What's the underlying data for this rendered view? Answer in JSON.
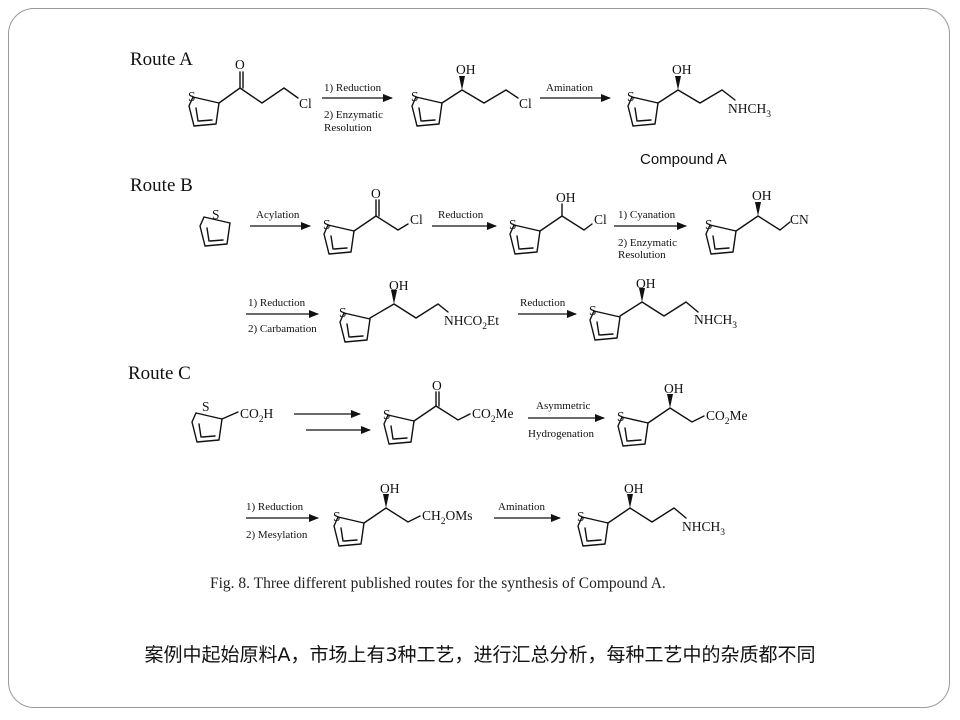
{
  "routes": {
    "a": {
      "label": "Route A",
      "step1_reagent": "1) Reduction",
      "step1_reagent_b": "2) Enzymatic",
      "step1_reagent_c": "Resolution",
      "step2_reagent": "Amination",
      "compound_name": "Compound A"
    },
    "b": {
      "label": "Route B",
      "step1_reagent": "Acylation",
      "step2_reagent": "Reduction",
      "step3_reagent": "1) Cyanation",
      "step3_reagent_b": "2) Enzymatic",
      "step3_reagent_c": "Resolution",
      "step4_reagent": "1) Reduction",
      "step4_reagent_b": "2) Carbamation",
      "step5_reagent": "Reduction"
    },
    "c": {
      "label": "Route C",
      "step2_reagent": "Asymmetric",
      "step2_reagent_b": "Hydrogenation",
      "step3_reagent": "1) Reduction",
      "step3_reagent_b": "2) Mesylation",
      "step4_reagent": "Amination"
    }
  },
  "atoms": {
    "s": "S",
    "o": "O",
    "oh": "OH",
    "cl": "Cl",
    "cn": "CN",
    "nhch": "NHCH",
    "three": "3",
    "nhco": "NHCO",
    "two": "2",
    "et": "Et",
    "co": "CO",
    "h": "H",
    "me": "Me",
    "ch": "CH",
    "oms": "OMs"
  },
  "caption": "Fig. 8. Three different published routes for the synthesis of Compound A.",
  "footnote": "案例中起始原料A，市场上有3种工艺，进行汇总分析，每种工艺中的杂质都不同"
}
